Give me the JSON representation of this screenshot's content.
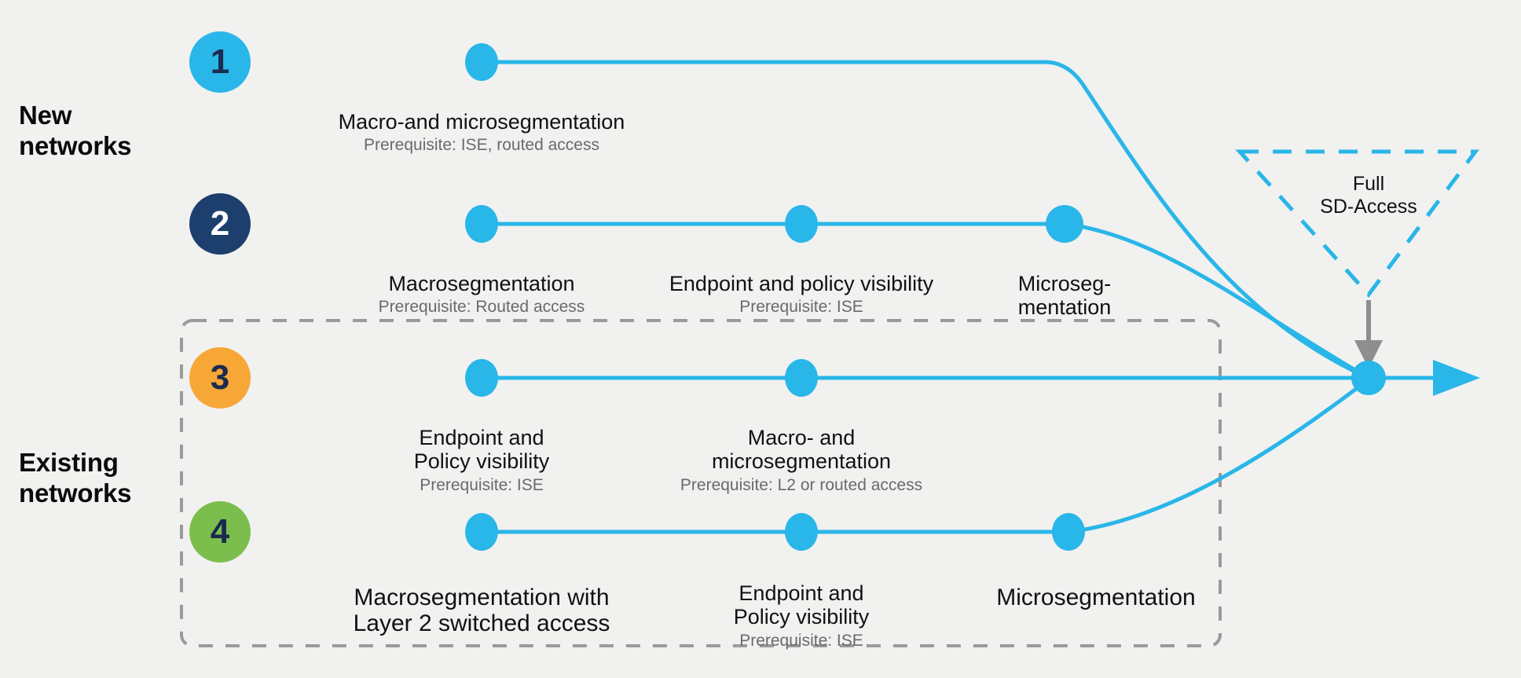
{
  "diagram": {
    "title": "Segmentation adoption paths to Full SD-Access",
    "background_color": "#f1f1f0",
    "accent_color": "#29b6e8",
    "dashed_box_color": "#9a9a9a",
    "gray_arrow_color": "#8e8e8e"
  },
  "side_labels": [
    {
      "id": "new-networks",
      "text": "New\nnetworks"
    },
    {
      "id": "existing-networks",
      "text": "Existing\nnetworks"
    }
  ],
  "badges": [
    {
      "number": "1",
      "fill": "#29b6e8",
      "text_color": "#1b2a4e"
    },
    {
      "number": "2",
      "fill": "#1d3f6e",
      "text_color": "#ffffff"
    },
    {
      "number": "3",
      "fill": "#f6a736",
      "text_color": "#1b2a4e"
    },
    {
      "number": "4",
      "fill": "#7cbe4d",
      "text_color": "#1b2a4e"
    }
  ],
  "rows": [
    {
      "id": "row-1",
      "badge": "1",
      "nodes": [
        {
          "label": "Macro-and microsegmentation",
          "prereq": "Prerequisite: ISE, routed access"
        }
      ]
    },
    {
      "id": "row-2",
      "badge": "2",
      "nodes": [
        {
          "label": "Macrosegmentation",
          "prereq": "Prerequisite: Routed access"
        },
        {
          "label": "Endpoint and policy visibility",
          "prereq": "Prerequisite: ISE"
        },
        {
          "label": "Microseg-\nmentation",
          "prereq": ""
        }
      ]
    },
    {
      "id": "row-3",
      "badge": "3",
      "nodes": [
        {
          "label": "Endpoint and\nPolicy visibility",
          "prereq": "Prerequisite: ISE"
        },
        {
          "label": "Macro- and\nmicrosegmentation",
          "prereq": "Prerequisite: L2 or routed access"
        }
      ]
    },
    {
      "id": "row-4",
      "badge": "4",
      "nodes": [
        {
          "label": "Macrosegmentation with\nLayer 2 switched access",
          "prereq": ""
        },
        {
          "label": "Endpoint and\nPolicy visibility",
          "prereq": "Prerequisite: ISE"
        },
        {
          "label": "Microsegmentation",
          "prereq": ""
        }
      ]
    }
  ],
  "destination": {
    "label": "Full\nSD-Access",
    "shape": "dashed-down-triangle",
    "color": "#29b6e8"
  }
}
